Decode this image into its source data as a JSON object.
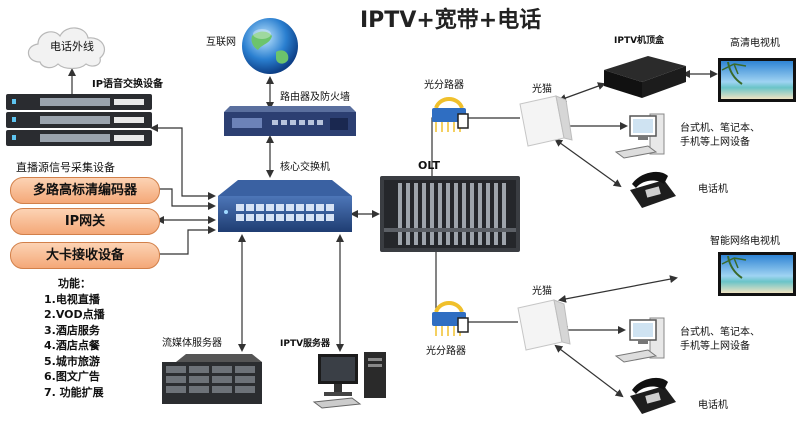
{
  "title": "IPTV+宽带+电话",
  "labels": {
    "phone_network": "电话外线",
    "internet": "互联网",
    "voip_switch": "IP语音交换设备",
    "router_firewall": "路由器及防火墙",
    "core_switch": "核心交换机",
    "source_capture": "直播源信号采集设备",
    "olt": "OLT",
    "splitter_top": "光分路器",
    "splitter_bottom": "光分路器",
    "onu_top": "光猫",
    "onu_bottom": "光猫",
    "iptv_stb": "IPTV机顶盒",
    "hd_tv": "高清电视机",
    "smart_tv": "智能网络电视机",
    "pc_top": "台式机、笔记本、\n手机等上网设备",
    "pc_bottom": "台式机、笔记本、\n手机等上网设备",
    "phone_top": "电话机",
    "phone_bottom": "电话机",
    "streaming_server": "流媒体服务器",
    "iptv_server": "IPTV服务器"
  },
  "pills": [
    "多路高标清编码器",
    "IP网关",
    "大卡接收设备"
  ],
  "functions": {
    "heading": "功能：",
    "items": [
      "1.电视直播",
      "2.VOD点播",
      "3.酒店服务",
      "4.酒店点餐",
      "5.城市旅游",
      "6.图文广告",
      "7. 功能扩展"
    ]
  },
  "colors": {
    "pill_fill": "#f4a878",
    "switch_blue": "#2a4f8c",
    "line": "#333333"
  },
  "icons": [
    "cloud-icon",
    "globe-icon",
    "rack-server-icon",
    "tv-icon",
    "desktop-pc-icon",
    "telephone-icon",
    "splitter-icon",
    "onu-icon",
    "set-top-box-icon"
  ]
}
